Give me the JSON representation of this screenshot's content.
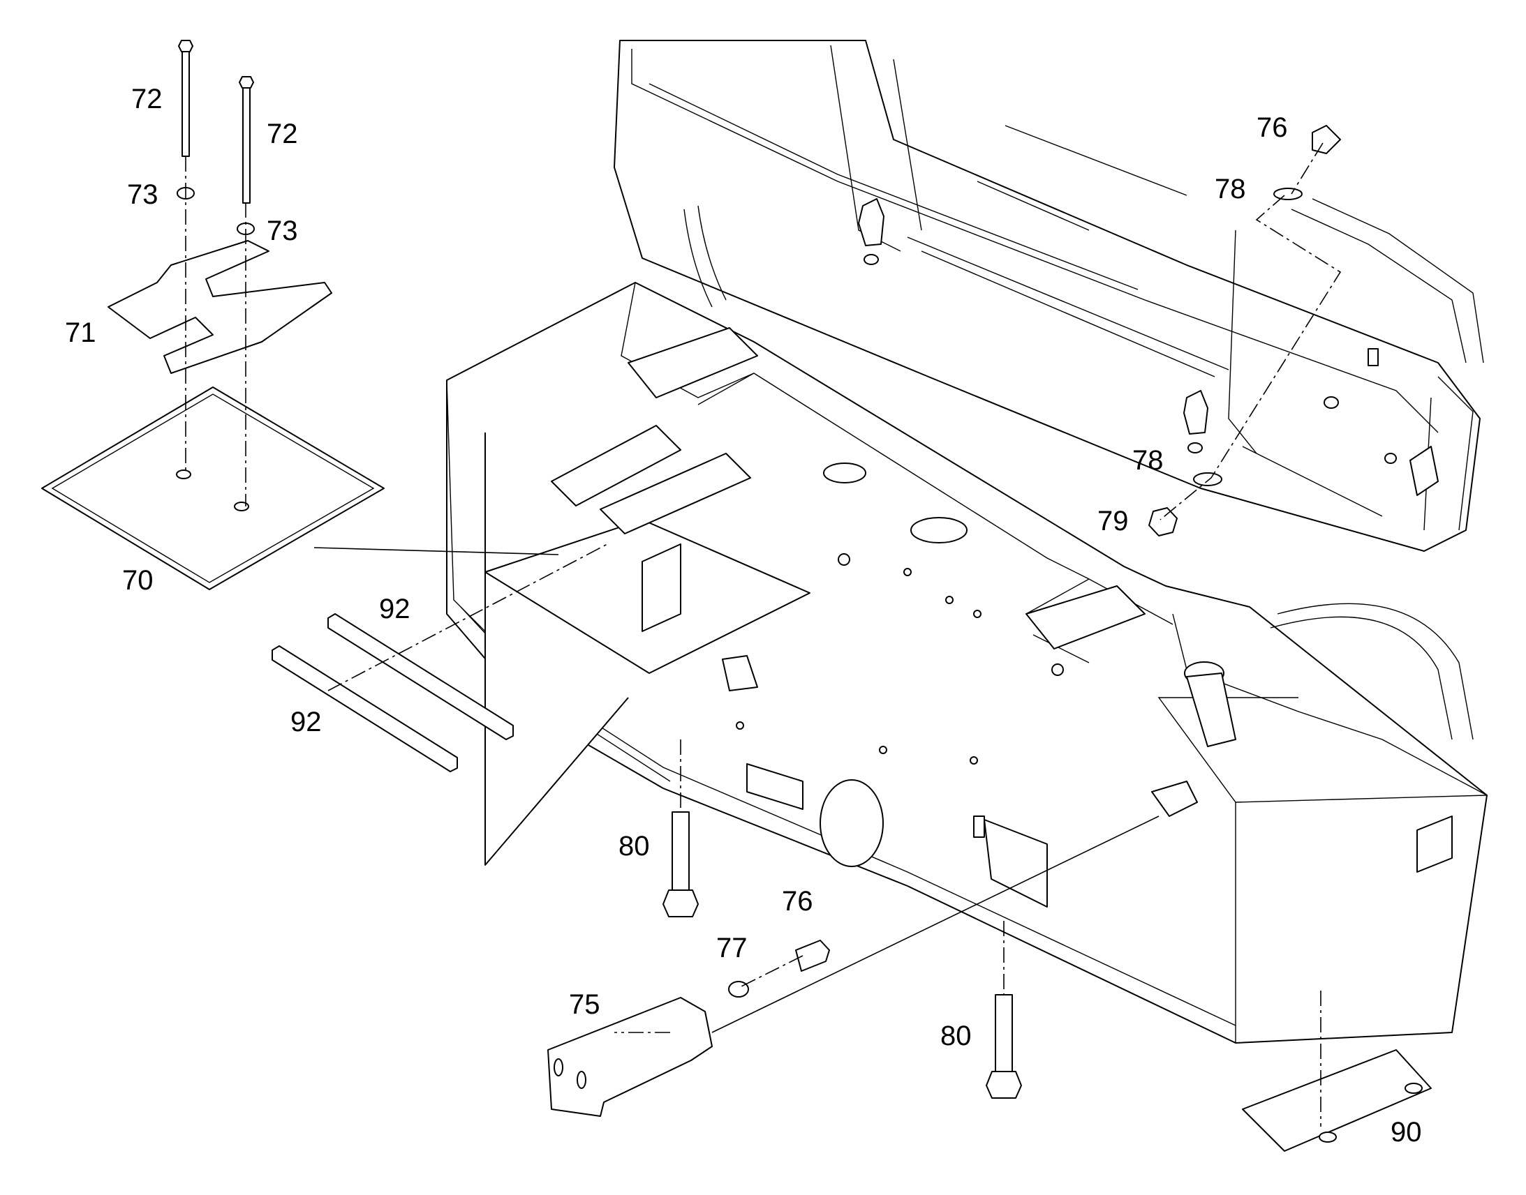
{
  "diagram": {
    "callouts": [
      {
        "id": "c72a",
        "text": "72"
      },
      {
        "id": "c72b",
        "text": "72"
      },
      {
        "id": "c73a",
        "text": "73"
      },
      {
        "id": "c73b",
        "text": "73"
      },
      {
        "id": "c71",
        "text": "71"
      },
      {
        "id": "c70",
        "text": "70"
      },
      {
        "id": "c92a",
        "text": "92"
      },
      {
        "id": "c92b",
        "text": "92"
      },
      {
        "id": "c76a",
        "text": "76"
      },
      {
        "id": "c78a",
        "text": "78"
      },
      {
        "id": "c78b",
        "text": "78"
      },
      {
        "id": "c79",
        "text": "79"
      },
      {
        "id": "c80a",
        "text": "80"
      },
      {
        "id": "c80b",
        "text": "80"
      },
      {
        "id": "c76b",
        "text": "76"
      },
      {
        "id": "c77",
        "text": "77"
      },
      {
        "id": "c75",
        "text": "75"
      },
      {
        "id": "c90",
        "text": "90"
      }
    ]
  }
}
